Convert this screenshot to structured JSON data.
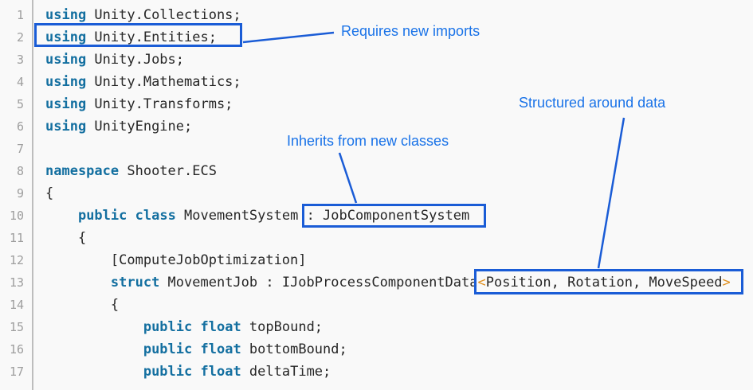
{
  "colors": {
    "background": "#f9f9f9",
    "keyword": "#136fa0",
    "code_text": "#262626",
    "generic_bracket": "#e09020",
    "line_number": "#9e9e9e",
    "gutter_rule": "#bdbdbd",
    "annotation_text": "#1a73e8",
    "annotation_shape": "#1a5cd6"
  },
  "code": {
    "language": "csharp",
    "lines": [
      {
        "num": "1",
        "segments": [
          {
            "type": "keyword",
            "text": "using"
          },
          {
            "type": "plain",
            "text": " Unity.Collections;"
          }
        ]
      },
      {
        "num": "2",
        "segments": [
          {
            "type": "keyword",
            "text": "using"
          },
          {
            "type": "plain",
            "text": " Unity.Entities;"
          }
        ]
      },
      {
        "num": "3",
        "segments": [
          {
            "type": "keyword",
            "text": "using"
          },
          {
            "type": "plain",
            "text": " Unity.Jobs;"
          }
        ]
      },
      {
        "num": "4",
        "segments": [
          {
            "type": "keyword",
            "text": "using"
          },
          {
            "type": "plain",
            "text": " Unity.Mathematics;"
          }
        ]
      },
      {
        "num": "5",
        "segments": [
          {
            "type": "keyword",
            "text": "using"
          },
          {
            "type": "plain",
            "text": " Unity.Transforms;"
          }
        ]
      },
      {
        "num": "6",
        "segments": [
          {
            "type": "keyword",
            "text": "using"
          },
          {
            "type": "plain",
            "text": " UnityEngine;"
          }
        ]
      },
      {
        "num": "7",
        "segments": []
      },
      {
        "num": "8",
        "segments": [
          {
            "type": "keyword",
            "text": "namespace"
          },
          {
            "type": "plain",
            "text": " Shooter.ECS"
          }
        ]
      },
      {
        "num": "9",
        "segments": [
          {
            "type": "plain",
            "text": "{"
          }
        ]
      },
      {
        "num": "10",
        "segments": [
          {
            "type": "plain",
            "text": "    "
          },
          {
            "type": "keyword",
            "text": "public"
          },
          {
            "type": "plain",
            "text": " "
          },
          {
            "type": "keyword",
            "text": "class"
          },
          {
            "type": "plain",
            "text": " MovementSystem : JobComponentSystem"
          }
        ]
      },
      {
        "num": "11",
        "segments": [
          {
            "type": "plain",
            "text": "    {"
          }
        ]
      },
      {
        "num": "12",
        "segments": [
          {
            "type": "plain",
            "text": "        [ComputeJobOptimization]"
          }
        ]
      },
      {
        "num": "13",
        "segments": [
          {
            "type": "plain",
            "text": "        "
          },
          {
            "type": "keyword",
            "text": "struct"
          },
          {
            "type": "plain",
            "text": " MovementJob : IJobProcessComponentData"
          },
          {
            "type": "bracket",
            "text": "<"
          },
          {
            "type": "plain",
            "text": "Position, Rotation, MoveSpeed"
          },
          {
            "type": "bracket",
            "text": ">"
          }
        ]
      },
      {
        "num": "14",
        "segments": [
          {
            "type": "plain",
            "text": "        {"
          }
        ]
      },
      {
        "num": "15",
        "segments": [
          {
            "type": "plain",
            "text": "            "
          },
          {
            "type": "keyword",
            "text": "public"
          },
          {
            "type": "plain",
            "text": " "
          },
          {
            "type": "keyword",
            "text": "float"
          },
          {
            "type": "plain",
            "text": " topBound;"
          }
        ]
      },
      {
        "num": "16",
        "segments": [
          {
            "type": "plain",
            "text": "            "
          },
          {
            "type": "keyword",
            "text": "public"
          },
          {
            "type": "plain",
            "text": " "
          },
          {
            "type": "keyword",
            "text": "float"
          },
          {
            "type": "plain",
            "text": " bottomBound;"
          }
        ]
      },
      {
        "num": "17",
        "segments": [
          {
            "type": "plain",
            "text": "            "
          },
          {
            "type": "keyword",
            "text": "public"
          },
          {
            "type": "plain",
            "text": " "
          },
          {
            "type": "keyword",
            "text": "float"
          },
          {
            "type": "plain",
            "text": " deltaTime;"
          }
        ]
      }
    ]
  },
  "annotations": [
    {
      "id": "imports",
      "label": "Requires new imports",
      "boxed_code": "using Unity.Entities;"
    },
    {
      "id": "inherits",
      "label": "Inherits from new classes",
      "boxed_code": ": JobComponentSystem"
    },
    {
      "id": "data",
      "label": "Structured around data",
      "boxed_code": "<Position, Rotation, MoveSpeed>"
    }
  ]
}
